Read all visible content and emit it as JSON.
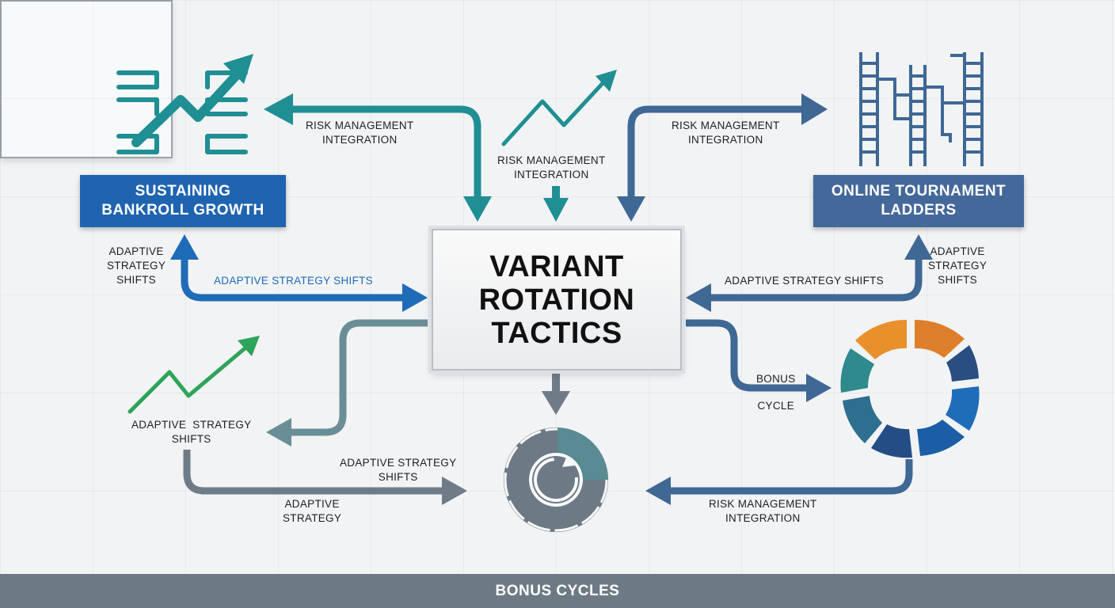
{
  "title": {
    "line1": "VARIANT",
    "line2": "ROTATION",
    "line3": "TACTICS"
  },
  "nodes": {
    "bankroll": {
      "line1": "SUSTAINING",
      "line2": "BANKROLL GROWTH"
    },
    "ladders": {
      "line1": "ONLINE TOURNAMENT",
      "line2": "LADDERS"
    },
    "bonus": {
      "label": "BONUS CYCLES"
    }
  },
  "labels": {
    "risk_left": [
      "RISK MANAGEMENT",
      "INTEGRATION"
    ],
    "risk_center": [
      "RISK MANAGEMENT",
      "INTEGRATION"
    ],
    "risk_right": [
      "RISK MANAGEMENT",
      "INTEGRATION"
    ],
    "adaptive_left_stack": [
      "ADAPTIVE",
      "STRATEGY",
      "SHIFTS"
    ],
    "adaptive_left_line": "ADAPTIVE STRATEGY SHIFTS",
    "adaptive_right_line": "ADAPTIVE STRATEGY SHIFTS",
    "adaptive_right_stack": [
      "ADAPTIVE",
      "STRATEGY",
      "SHIFTS"
    ],
    "adaptive_lower_left": [
      "ADAPTIVE  STRATEGY",
      "SHIFTS"
    ],
    "adaptive_bottom_mid": [
      "ADAPTIVE STRATEGY",
      "SHIFTS"
    ],
    "adaptive_bottom_left": [
      "ADAPTIVE",
      "STRATEGY"
    ],
    "bonus_cycle": [
      "BONUS",
      "CYCLE"
    ],
    "risk_bottom_right": [
      "RISK MANAGEMENT",
      "INTEGRATION"
    ]
  },
  "colors": {
    "teal": "#1f8f93",
    "blue": "#1e6bb8",
    "slate_blue": "#3f6894",
    "gray": "#6f7c88",
    "green": "#2ea35a",
    "orange": "#e8902a"
  },
  "icons": [
    "trend-flowchart-icon",
    "trend-up-icon",
    "ladder-icon",
    "trend-up-green-icon",
    "ring-segments-icon",
    "cycle-icon"
  ]
}
